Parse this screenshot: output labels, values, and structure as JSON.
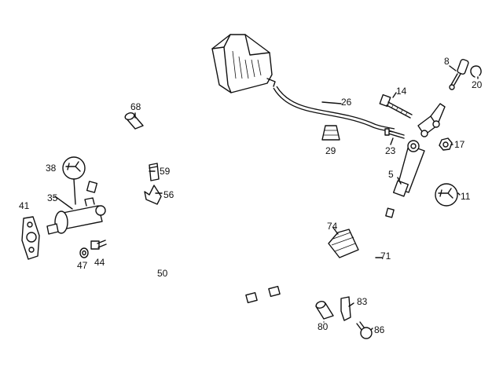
{
  "callouts": [
    {
      "id": "68",
      "text": "68"
    },
    {
      "id": "38",
      "text": "38"
    },
    {
      "id": "59",
      "text": "59"
    },
    {
      "id": "56",
      "text": "56"
    },
    {
      "id": "35",
      "text": "35"
    },
    {
      "id": "41",
      "text": "41"
    },
    {
      "id": "47",
      "text": "47"
    },
    {
      "id": "44",
      "text": "44"
    },
    {
      "id": "50",
      "text": "50"
    },
    {
      "id": "26",
      "text": "26"
    },
    {
      "id": "29",
      "text": "29"
    },
    {
      "id": "14",
      "text": "14"
    },
    {
      "id": "8",
      "text": "8"
    },
    {
      "id": "20",
      "text": "20"
    },
    {
      "id": "23",
      "text": "23"
    },
    {
      "id": "17",
      "text": "17"
    },
    {
      "id": "5",
      "text": "5"
    },
    {
      "id": "11",
      "text": "11"
    },
    {
      "id": "74",
      "text": "74"
    },
    {
      "id": "71",
      "text": "71"
    },
    {
      "id": "83",
      "text": "83"
    },
    {
      "id": "80",
      "text": "80"
    },
    {
      "id": "86",
      "text": "86"
    }
  ]
}
